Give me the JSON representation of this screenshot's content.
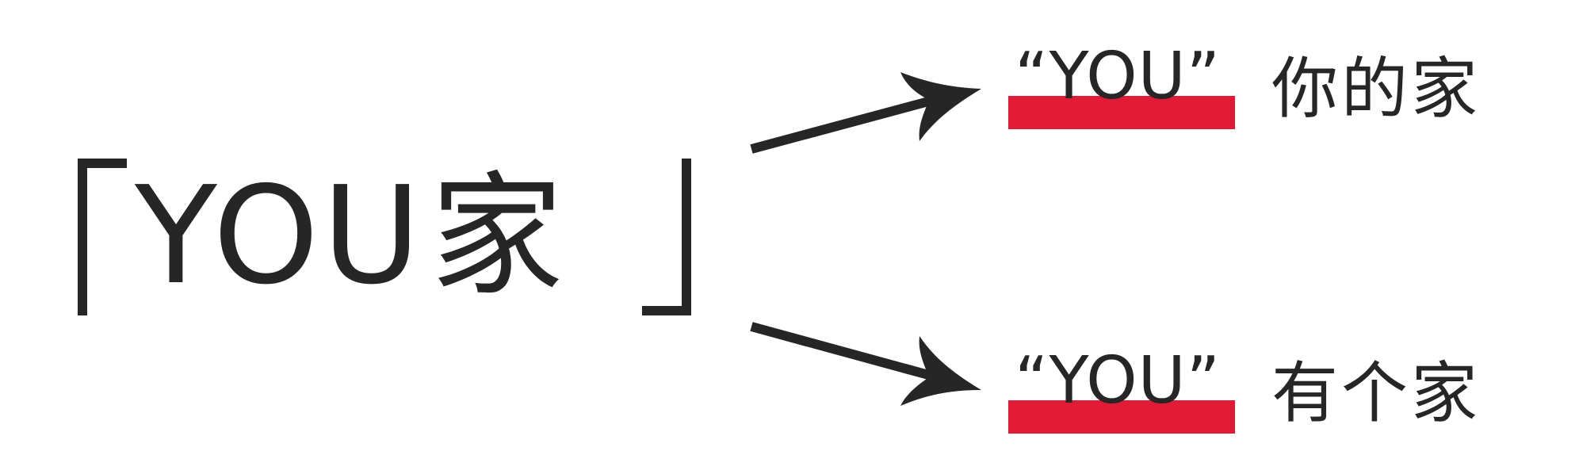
{
  "source": {
    "latin": "YOU",
    "cjk": "家"
  },
  "meanings": [
    {
      "quoted": "“YOU”",
      "gloss": "你的家"
    },
    {
      "quoted": "“YOU”",
      "gloss": "有个家"
    }
  ],
  "colors": {
    "text": "#262626",
    "highlight": "#e11b35",
    "background": "#ffffff"
  }
}
